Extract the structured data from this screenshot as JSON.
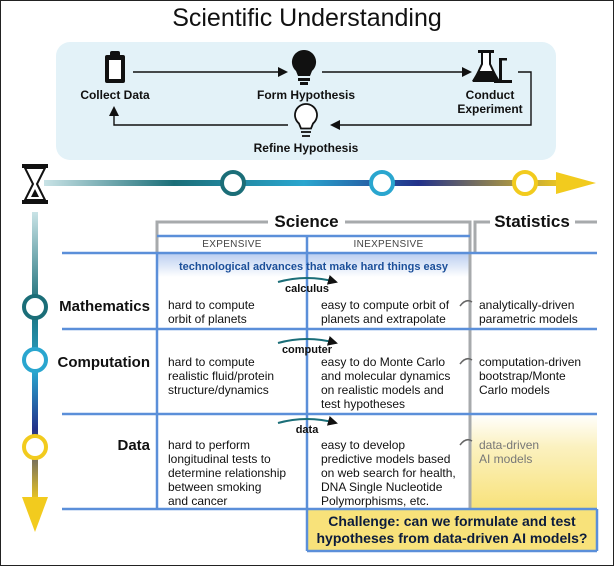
{
  "title": "Scientific Understanding",
  "cycle": {
    "collect": "Collect Data",
    "form": "Form Hypothesis",
    "conduct": "Conduct Experiment",
    "refine": "Refine Hypothesis"
  },
  "table": {
    "science_header": "Science",
    "statistics_header": "Statistics",
    "expensive": "EXPENSIVE",
    "inexpensive": "INEXPENSIVE",
    "tech_advances": "technological advances that make hard things easy",
    "rows": [
      {
        "label": "Mathematics",
        "transition": "calculus",
        "expensive": [
          "hard to compute",
          "orbit of planets"
        ],
        "inexpensive": [
          "easy to compute orbit of",
          "planets and extrapolate"
        ],
        "statistics": [
          "analytically-driven",
          "parametric models"
        ]
      },
      {
        "label": "Computation",
        "transition": "computer",
        "expensive": [
          "hard to compute",
          "realistic fluid/protein",
          "structure/dynamics"
        ],
        "inexpensive": [
          "easy to do Monte Carlo",
          "and molecular dynamics",
          "on realistic models and",
          "test hypotheses"
        ],
        "statistics": [
          "computation-driven",
          "bootstrap/Monte",
          "Carlo models"
        ]
      },
      {
        "label": "Data",
        "transition": "data",
        "expensive": [
          "hard to perform",
          "longitudinal tests to",
          "determine relationship",
          "between smoking",
          "and cancer"
        ],
        "inexpensive": [
          "easy to develop",
          "predictive models based",
          "on web search for health,",
          "DNA Single Nucleotide",
          "Polymorphisms, etc."
        ],
        "statistics": [
          "data-driven",
          "AI models"
        ]
      }
    ],
    "challenge": [
      "Challenge: can we formulate and test",
      "hypotheses from data-driven AI models?"
    ]
  },
  "colors": {
    "teal": "#1b6e78",
    "cyan": "#2aa6cf",
    "navy": "#22318a",
    "gold": "#f2cb1e",
    "cycle_bg": "#e3f2f8",
    "grid_blue": "#5b8fd9",
    "grid_grey": "#a7aaac"
  }
}
